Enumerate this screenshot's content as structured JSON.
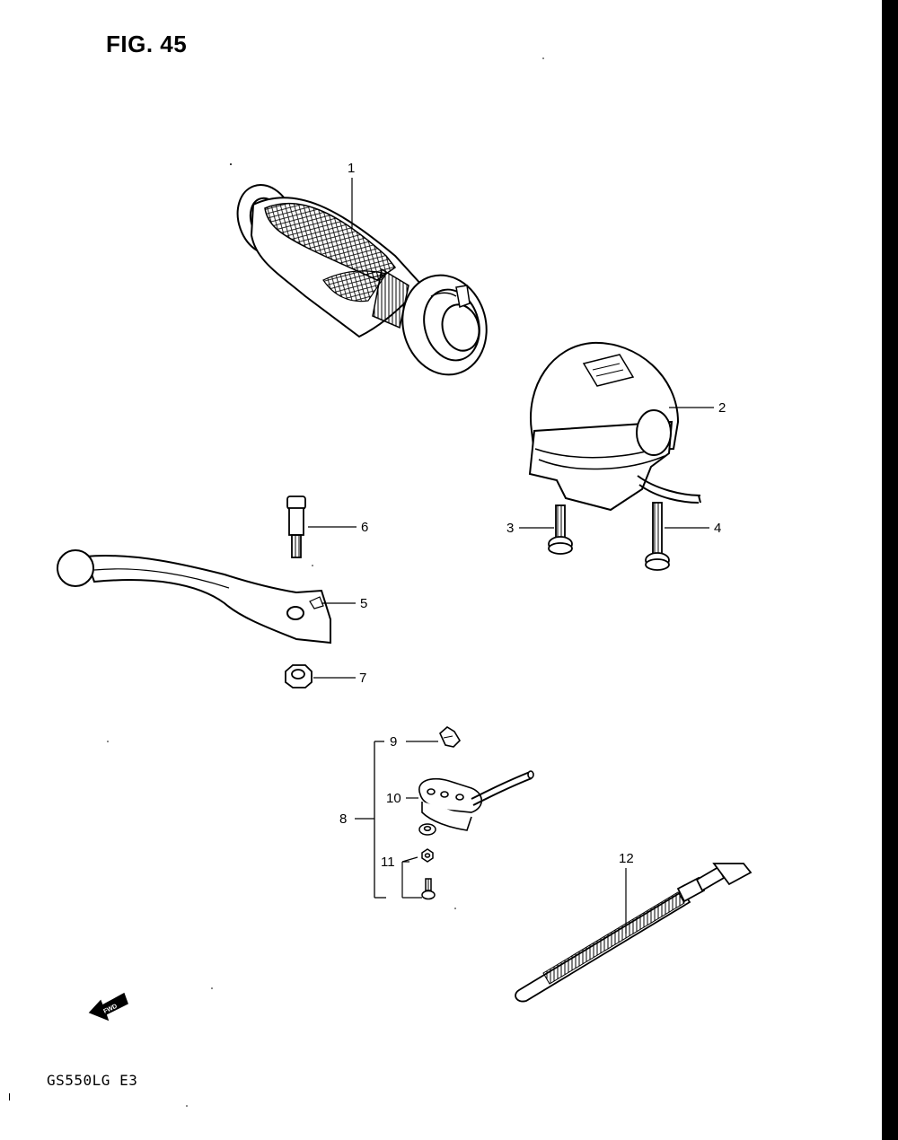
{
  "figure": {
    "title": "FIG. 45",
    "model_code": "GS550LG  E3",
    "fwd_label": "FWD"
  },
  "callouts": [
    {
      "id": "1",
      "part": "grip"
    },
    {
      "id": "2",
      "part": "switch-housing"
    },
    {
      "id": "3",
      "part": "short-screw"
    },
    {
      "id": "4",
      "part": "long-screw"
    },
    {
      "id": "5",
      "part": "lever"
    },
    {
      "id": "6",
      "part": "lever-bolt"
    },
    {
      "id": "7",
      "part": "nut"
    },
    {
      "id": "8",
      "part": "switch-assembly"
    },
    {
      "id": "9",
      "part": "switch-button"
    },
    {
      "id": "10",
      "part": "switch-body"
    },
    {
      "id": "11",
      "part": "washer-and-screw-set"
    },
    {
      "id": "12",
      "part": "cable-tie"
    }
  ],
  "colors": {
    "line": "#000000",
    "background": "#ffffff"
  }
}
